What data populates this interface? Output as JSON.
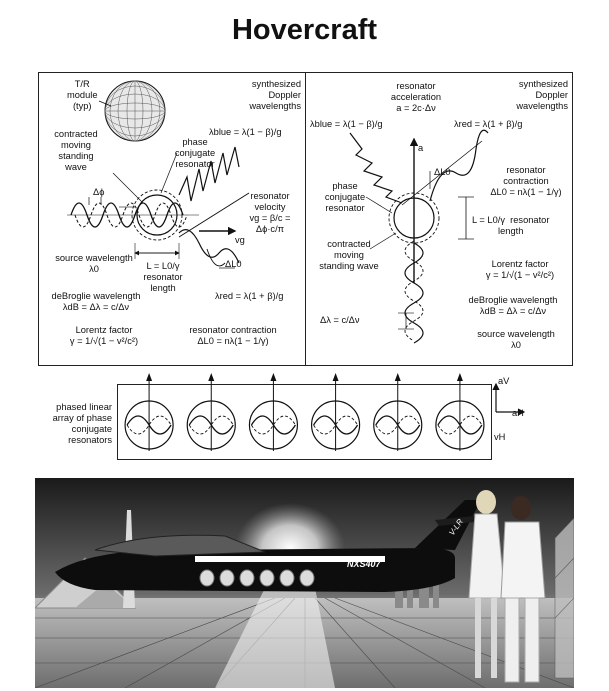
{
  "title": "Hovercraft",
  "left_panel": {
    "tr_module": "T/R\nmodule\n(typ)",
    "synth_doppler": "synthesized\nDoppler\nwavelengths",
    "lambda_blue": "λblue = λ(1 − β)/g",
    "contracted_wave": "contracted\nmoving\nstanding\nwave",
    "phase_conj": "phase\nconjugate\nresonator",
    "delta_phi": "Δϕ",
    "resonator_velocity": "resonator\nvelocity\nvg = β/c =\nΔϕ·c/π",
    "vg": "vg",
    "source_wavelength": "source wavelength\nλ0",
    "length_label": "L = L0/γ\nresonator\nlength",
    "delta_l0": "ΔL0",
    "lambda_red": "λred = λ(1 + β)/g",
    "debroglie": "deBroglie wavelength\nλdB = Δλ = c/Δν",
    "lorentz": "Lorentz factor\nγ = 1/√(1 − v²/c²)",
    "contraction": "resonator contraction\nΔL0 = nλ(1 − 1/γ)"
  },
  "right_panel": {
    "acceleration": "resonator\nacceleration\na = 2c·Δν",
    "synth_doppler": "synthesized\nDoppler\nwavelengths",
    "lambda_blue": "λblue = λ(1 − β)/g",
    "lambda_red": "λred = λ(1 + β)/g",
    "a_arrow": "a",
    "delta_l0": "ΔL0",
    "phase_conj": "phase\nconjugate\nresonator",
    "contraction": "resonator\ncontraction\nΔL0 = nλ(1 − 1/γ)",
    "length_label": "L = L0/γ  resonator\nlength",
    "contracted_wave": "contracted\nmoving\nstanding wave",
    "lorentz": "Lorentz factor\nγ = 1/√(1 − v²/c²)",
    "debroglie": "deBroglie wavelength\nλdB = Δλ = c/Δν",
    "delta_lambda": "Δλ = c/Δν",
    "source_wavelength": "source wavelength\nλ0"
  },
  "array_panel": {
    "caption": "phased linear\narray of phase\nconjugate\nresonators",
    "a_v": "aV",
    "a_h": "aH",
    "v_h": "vH",
    "resonator_count": 6
  },
  "scene": {
    "tail_text": "V-LR",
    "registration": "NXS407",
    "window_count": 6
  }
}
